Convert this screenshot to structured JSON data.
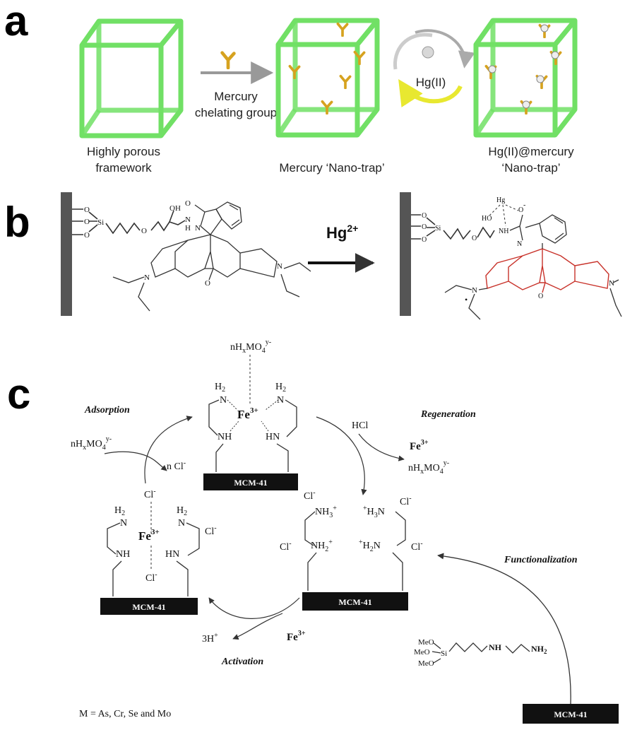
{
  "panels": {
    "a": {
      "letter": "a",
      "arrow_label_line1": "Mercury",
      "arrow_label_line2": "chelating group",
      "cycle_label": "Hg(II)",
      "caption_left_line1": "Highly porous",
      "caption_left_line2": "framework",
      "caption_mid": "Mercury ‘Nano-trap’",
      "caption_right_line1": "Hg(II)@mercury",
      "caption_right_line2": "‘Nano-trap’"
    },
    "b": {
      "letter": "b",
      "reagent": "Hg",
      "reagent_sup": "2+",
      "atoms": {
        "oh": "OH",
        "o": "O",
        "si": "Si",
        "n": "N",
        "nh": "N",
        "h": "H",
        "hg": "Hg",
        "ho": "HO",
        "om": "O",
        "minus": "-",
        "nh_right": "NH",
        "plus_n": "N",
        "dot": "•"
      }
    },
    "c": {
      "letter": "c",
      "labels": {
        "adsorption": "Adsorption",
        "regeneration": "Regeneration",
        "functionalization": "Functionalization",
        "activation": "Activation"
      },
      "species": {
        "top_oxo": "nH",
        "top_oxo_sub": "x",
        "top_oxo_tail": "MO",
        "top_oxo_sub2": "4",
        "top_oxo_sup": "y-",
        "fe": "Fe",
        "fe_sup": "3+",
        "hcl": "HCl",
        "ncl": "n Cl",
        "ncl_sup": "-",
        "cl": "Cl",
        "cl_sup": "-",
        "h2": "H",
        "h2_sub": "2",
        "n": "N",
        "nh": "NH",
        "hn": "HN",
        "nh3": "NH",
        "nh3_sub": "3",
        "plus": "+",
        "h3n": "H",
        "h3n_sub": "3",
        "h3n_tail": "N",
        "nh2": "NH",
        "nh2_sub": "2",
        "h2n": "H",
        "h2n_sub": "2",
        "h2n_tail": "N",
        "three_h": "3H",
        "three_h_sup": "+",
        "meo": "MeO",
        "si": "Si",
        "mcm": "MCM-41"
      },
      "footnote": "M = As, Cr, Se and Mo"
    }
  }
}
